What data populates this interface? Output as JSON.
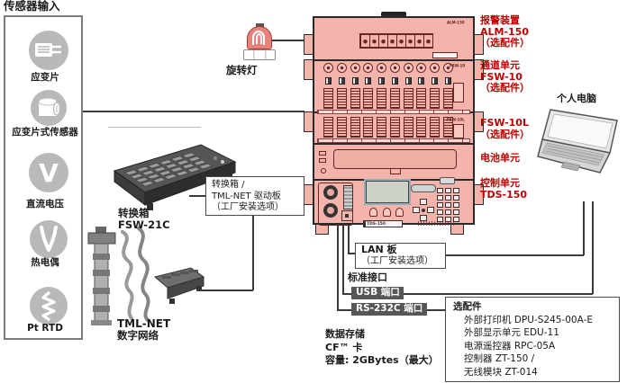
{
  "title": "传感器输入",
  "colors": {
    "accent_red": "#c00000",
    "device_pink": "#f4b4ac",
    "port_bg": "#575757",
    "port_text": "#ffffff"
  },
  "sensor_panel": {
    "items": [
      {
        "label": "应变片",
        "icon": "strain-gauge-icon"
      },
      {
        "label": "应变片式传感器",
        "icon": "strain-transducer-icon"
      },
      {
        "label": "直流电压",
        "icon": "dc-voltage-icon"
      },
      {
        "label": "热电偶",
        "icon": "thermocouple-icon"
      },
      {
        "label": "Pt RTD",
        "icon": "pt-rtd-icon"
      }
    ]
  },
  "beacon": {
    "label": "旋转灯"
  },
  "switch_box": {
    "name_line1": "转换箱",
    "name_line2": "FSW-21C"
  },
  "driver_box": {
    "line1": "转换箱 /",
    "line2": "TML-NET 驱动板",
    "line3": "（工厂安装选项）"
  },
  "tml_net": {
    "line1": "TML-NET",
    "line2": "数字网络"
  },
  "pc": {
    "label": "个人电脑"
  },
  "device": {
    "panel_labels": {
      "alm": "ALM-150",
      "fsw10": "FSW-10",
      "fsw10l": "FSW-10L",
      "tds": "TDS-150"
    }
  },
  "unit_labels": [
    {
      "line1": "报警装置",
      "line2": "ALM-150",
      "line3": "（选配件）"
    },
    {
      "line1": "通道单元",
      "line2": "FSW-10",
      "line3": "（选配件）"
    },
    {
      "line1": "FSW-10L",
      "line2": "（选配件）"
    },
    {
      "line1": "电池单元"
    },
    {
      "line1": "控制单元",
      "line2": "TDS-150"
    }
  ],
  "lan_box": {
    "line1": "LAN 板",
    "line2": "（工厂安装选项）"
  },
  "standard_interface": {
    "title": "标准接口",
    "usb": "USB 端口",
    "rs232c": "RS-232C 端口"
  },
  "storage": {
    "title": "数据存储",
    "line1": "CF™ 卡",
    "line2": "容量: 2GBytes（最大）"
  },
  "options_box": {
    "title": "选配件",
    "items": [
      "外部打印机 DPU-S245-00A-E",
      "外部显示单元 EDU-11",
      "电源遥控器 RPC-05A",
      "控制器 ZT-150 /",
      "无线模块 ZT-014"
    ]
  }
}
